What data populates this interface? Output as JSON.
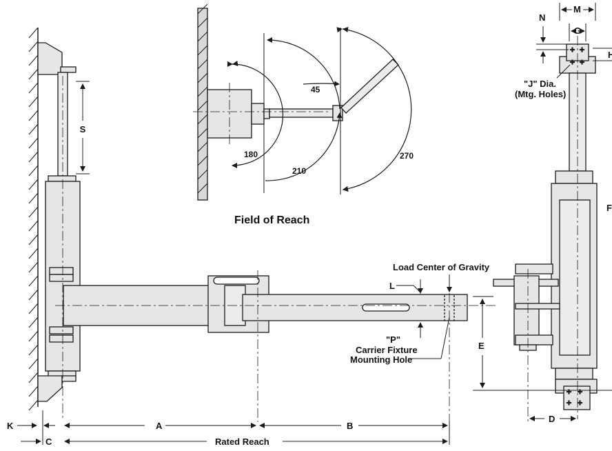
{
  "title": "Field of Reach",
  "labels": {
    "S": "S",
    "A": "A",
    "B": "B",
    "C": "C",
    "K": "K",
    "D": "D",
    "E": "E",
    "L": "L",
    "M": "M",
    "N": "N",
    "G": "G",
    "H": "H",
    "F": "F",
    "rated_reach": "Rated Reach",
    "load_cg": "Load Center of Gravity",
    "p_line1": "\"P\"",
    "p_line2": "Carrier Fixture",
    "p_line3": "Mounting Hole",
    "j_line1": "\"J\" Dia.",
    "j_line2": "(Mtg. Holes)"
  },
  "angles": {
    "a180": "180",
    "a210": "210",
    "a45": "45",
    "a270": "270"
  },
  "colors": {
    "stroke": "#1a1a1a",
    "fill": "#e6e6e6",
    "wall_fill": "#d9d9d9"
  }
}
